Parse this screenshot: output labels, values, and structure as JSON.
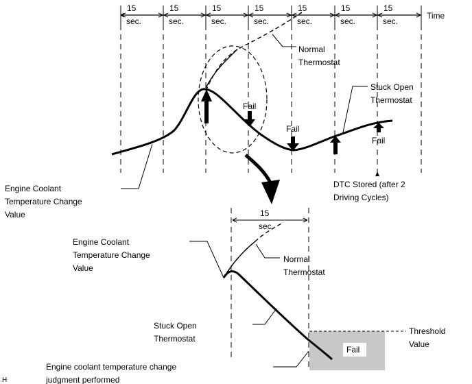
{
  "top_chart": {
    "time_label": "Time",
    "interval_value": "15",
    "interval_unit": "sec.",
    "normal_label": [
      "Normal",
      "Thermostat"
    ],
    "stuck_label": [
      "Stuck Open",
      "Thermostat"
    ],
    "fail_label": "Fail",
    "dtc_label": [
      "DTC Stored (after 2",
      "Driving Cycles)"
    ],
    "ect_change_label": [
      "Engine Coolant",
      "Temperature Change",
      "Value"
    ]
  },
  "detail_chart": {
    "interval_value": "15",
    "interval_unit": "sec.",
    "ect_change_label": [
      "Engine Coolant",
      "Temperature Change",
      "Value"
    ],
    "normal_label": [
      "Normal",
      "Thermostat"
    ],
    "stuck_label": [
      "Stuck Open",
      "Thermostat"
    ],
    "threshold_label": [
      "Threshold",
      "Value"
    ],
    "fail_label": "Fail",
    "judgment_label": [
      "Engine coolant temperature change",
      "judgment performed"
    ]
  },
  "corner_mark": "H"
}
